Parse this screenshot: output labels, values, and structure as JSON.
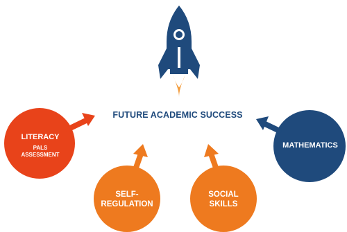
{
  "center_title": "FUTURE ACADEMIC SUCCESS",
  "rocket_icon": "rocket-icon",
  "nodes": {
    "literacy": {
      "title": "LITERACY",
      "subtitle_line1": "PALS",
      "subtitle_line2": "ASSESSMENT",
      "color": "#e8431a"
    },
    "self_regulation": {
      "line1": "SELF-",
      "line2": "REGULATION",
      "color": "#ee7a1f"
    },
    "social_skills": {
      "line1": "SOCIAL",
      "line2": "SKILLS",
      "color": "#ee7a1f"
    },
    "mathematics": {
      "title": "MATHEMATICS",
      "color": "#1f4a7c"
    }
  },
  "colors": {
    "navy": "#1f4a7c",
    "orange": "#ee7a1f",
    "red_orange": "#e8431a",
    "rocket_flame": "#f39c3b"
  }
}
